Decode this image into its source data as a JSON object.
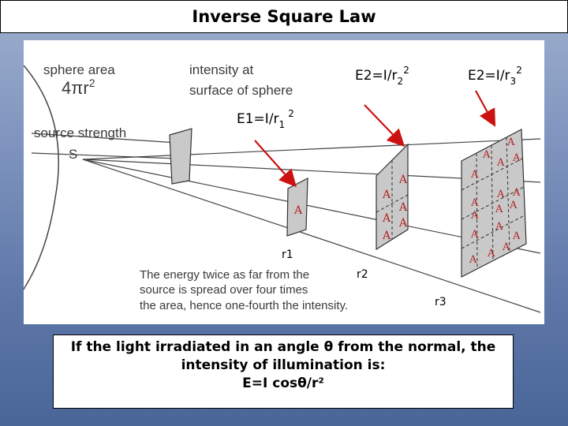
{
  "title": "Inverse Square Law",
  "diagram": {
    "sphere_area_label": "sphere area",
    "sphere_area_formula": "4πr",
    "sphere_area_exp": "2",
    "intensity_label_1": "intensity at",
    "intensity_label_2": "surface of sphere",
    "source_strength_label": "source strength",
    "source_symbol": "S",
    "eq_e1_base": "E1=I/r",
    "eq_e1_sub": "1",
    "eq_e1_sup": "2",
    "eq_e2_base": "E2=I/r",
    "eq_e2_sub": "2",
    "eq_e2_sup": "2",
    "eq_e3_base": "E2=I/r",
    "eq_e3_sub": "3",
    "eq_e3_sup": "2",
    "area_symbol": "A",
    "r1_label": "r1",
    "r2_label": "r2",
    "r3_label": "r3",
    "note_line1": "The energy twice as far from the",
    "note_line2": "source is spread over four times",
    "note_line3": "the area, hence one-fourth the intensity.",
    "arrow_color": "#cc1111",
    "patch_fill": "#c9c9c9"
  },
  "caption": {
    "line1": "If the light irradiated in an angle  θ from the normal, the",
    "line2": "intensity of illumination is:",
    "line3": "E=I cosθ/r²"
  }
}
